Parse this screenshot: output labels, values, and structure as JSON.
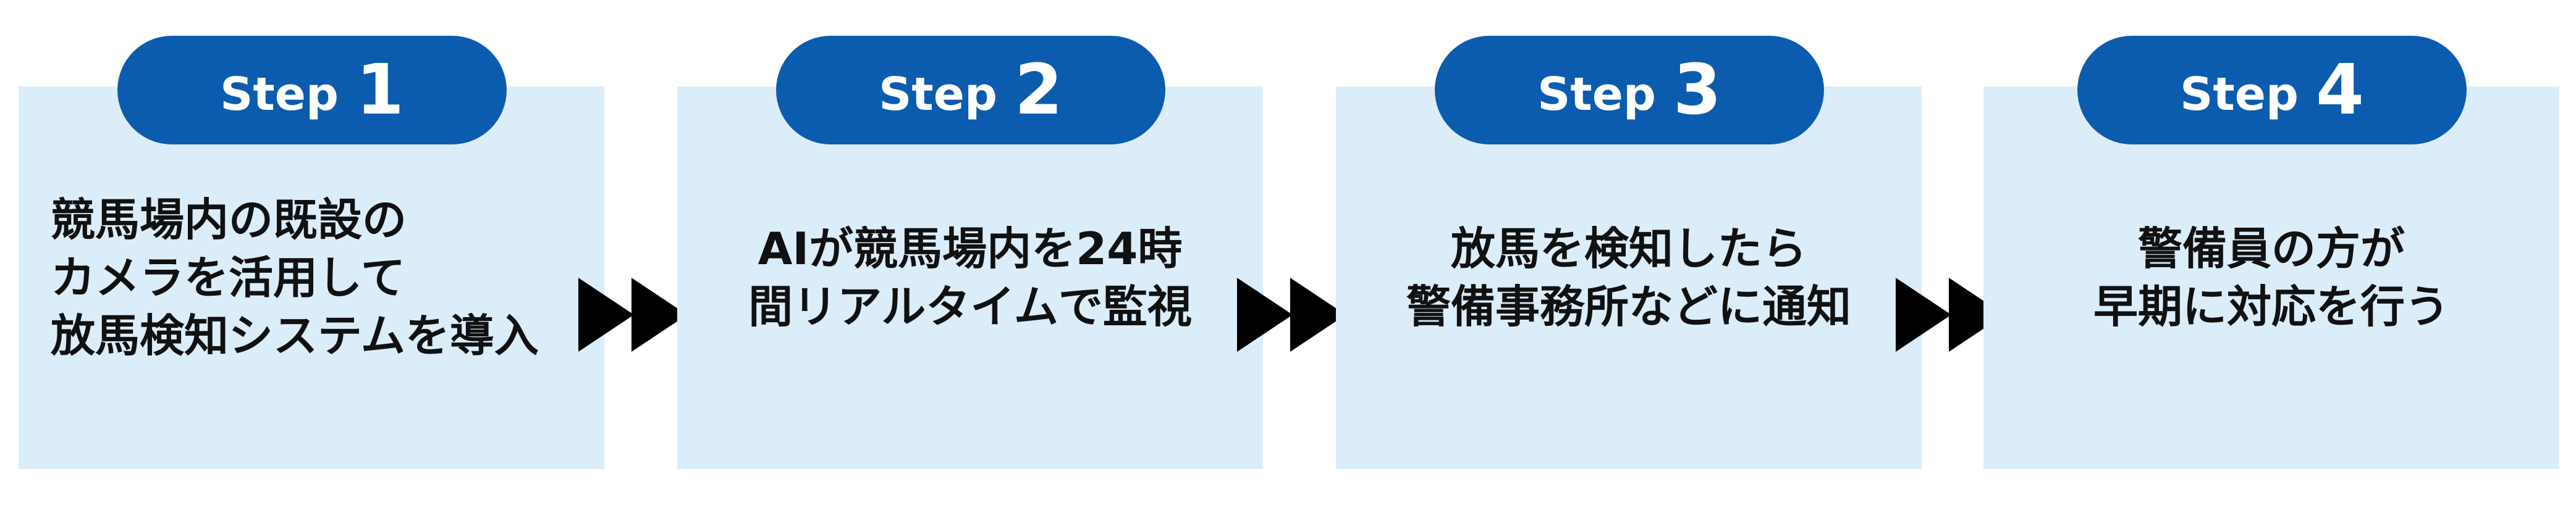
{
  "steps": [
    {
      "word": "Step",
      "number": "1",
      "lines": [
        "競馬場内の既設の",
        "カメラを活用して",
        "放馬検知システムを導入"
      ]
    },
    {
      "word": "Step",
      "number": "2",
      "lines": [
        "AIが競馬場内を24時",
        "間リアルタイムで監視"
      ]
    },
    {
      "word": "Step",
      "number": "3",
      "lines": [
        "放馬を検知したら",
        "警備事務所などに通知"
      ]
    },
    {
      "word": "Step",
      "number": "4",
      "lines": [
        "警備員の方が",
        "早期に対応を行う"
      ]
    }
  ],
  "colors": {
    "box_background": "#dcedfa",
    "pill_background": "#0b5cae",
    "pill_text": "#ffffff",
    "arrow": "#000000",
    "body_text": "#111111"
  },
  "icons": {
    "connector": "double-right-triangle-arrow"
  }
}
